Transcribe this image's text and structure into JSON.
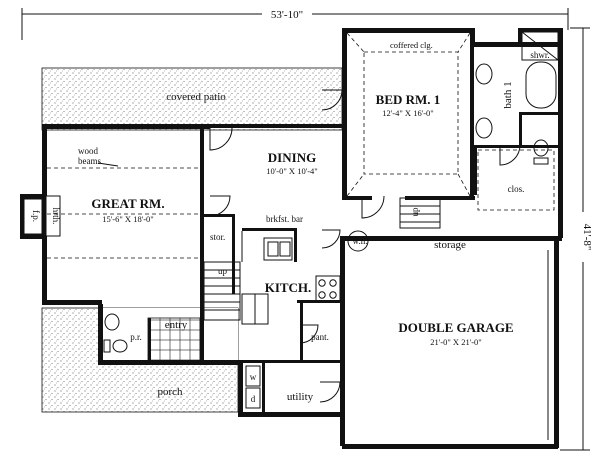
{
  "plan": {
    "overall_width": "53'-10\"",
    "overall_depth": "41'-8\"",
    "rooms": {
      "covered_patio": "covered patio",
      "bed1_name": "BED RM. 1",
      "bed1_size": "12'-4\" X 16'-0\"",
      "coffered": "coffered clg.",
      "bath1": "bath 1",
      "shwr": "shwr.",
      "clos": "clos.",
      "dining_name": "DINING",
      "dining_size": "10'-0\" X 10'-4\"",
      "wood_beams_1": "wood",
      "wood_beams_2": "beams",
      "great_name": "GREAT RM.",
      "great_size": "15'-6\" X 18'-0\"",
      "fp": "f.p.",
      "hrth": "hrth.",
      "brkfst_bar": "brkfst. bar",
      "stor": "stor.",
      "up1": "up",
      "up2": "up",
      "wh": "w.h.",
      "storage": "storage",
      "kitch": "KITCH.",
      "entry": "entry",
      "pr": "p.r.",
      "pant": "pant.",
      "garage_name": "DOUBLE GARAGE",
      "garage_size": "21'-0\" X 21'-0\"",
      "porch": "porch",
      "washer": "w",
      "dryer": "d",
      "utility": "utility"
    }
  }
}
